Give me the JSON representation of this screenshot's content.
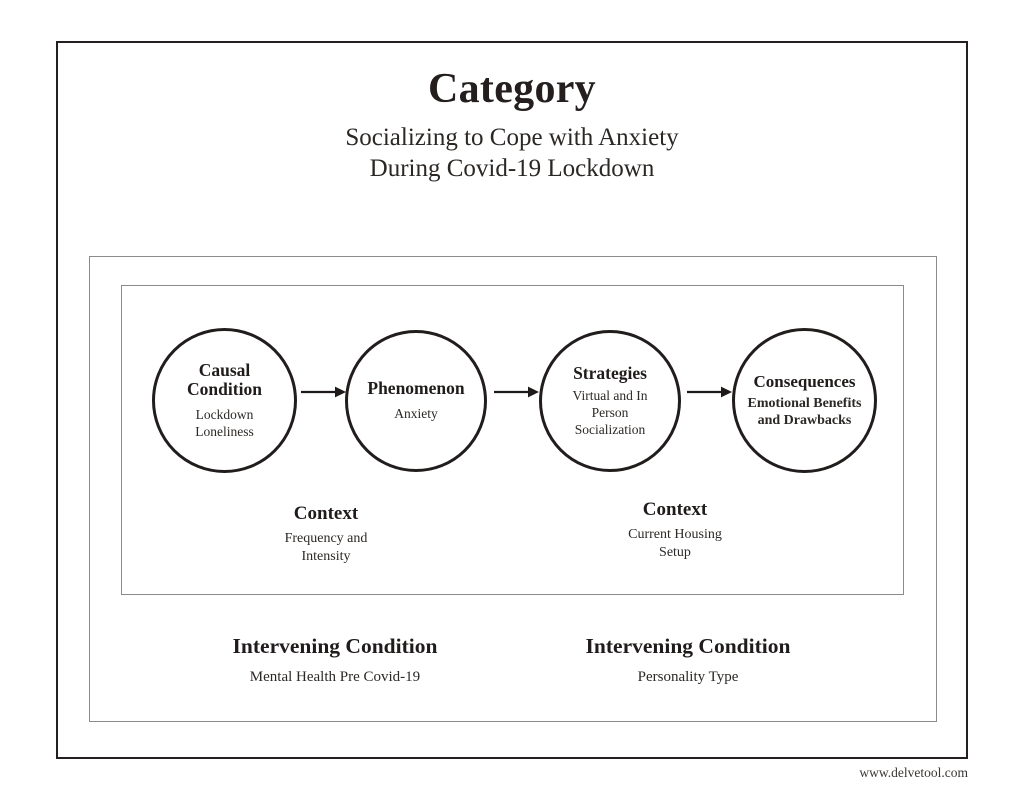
{
  "page": {
    "title_main": "Category",
    "subtitle_line1": "Socializing to Cope with Anxiety",
    "subtitle_line2": "During Covid-19 Lockdown",
    "footer_url": "www.delvetool.com",
    "border_color": "#242021",
    "box_color": "#8b8b8b",
    "text_color": "#2b2825"
  },
  "nodes": [
    {
      "id": "causal-condition",
      "heading": "Causal Condition",
      "heading_line1": "Causal",
      "heading_line2": "Condition",
      "sub_line1": "Lockdown",
      "sub_line2": "Loneliness",
      "sub_line3": ""
    },
    {
      "id": "phenomenon",
      "heading": "Phenomenon",
      "heading_line1": "Phenomenon",
      "heading_line2": "",
      "sub_line1": "Anxiety",
      "sub_line2": "",
      "sub_line3": ""
    },
    {
      "id": "strategies",
      "heading": "Strategies",
      "heading_line1": "Strategies",
      "heading_line2": "",
      "sub_line1": "Virtual and In",
      "sub_line2": "Person",
      "sub_line3": "Socialization"
    },
    {
      "id": "consequences",
      "heading": "Consequences",
      "heading_line1": "Consequences",
      "heading_line2": "",
      "sub_line1": "Emotional Benefits",
      "sub_line2": "and Drawbacks",
      "sub_line3": ""
    }
  ],
  "arrows": [
    {
      "id": "arrow-causal-to-phenomenon"
    },
    {
      "id": "arrow-phenomenon-to-strategies"
    },
    {
      "id": "arrow-strategies-to-consequences"
    }
  ],
  "contexts": [
    {
      "id": "context-left",
      "title": "Context",
      "sub_line1": "Frequency and",
      "sub_line2": "Intensity"
    },
    {
      "id": "context-right",
      "title": "Context",
      "sub_line1": "Current Housing",
      "sub_line2": "Setup"
    }
  ],
  "intervening_conditions": [
    {
      "id": "intervening-left",
      "title": "Intervening Condition",
      "sub": "Mental Health Pre Covid-19"
    },
    {
      "id": "intervening-right",
      "title": "Intervening Condition",
      "sub": "Personality Type"
    }
  ]
}
